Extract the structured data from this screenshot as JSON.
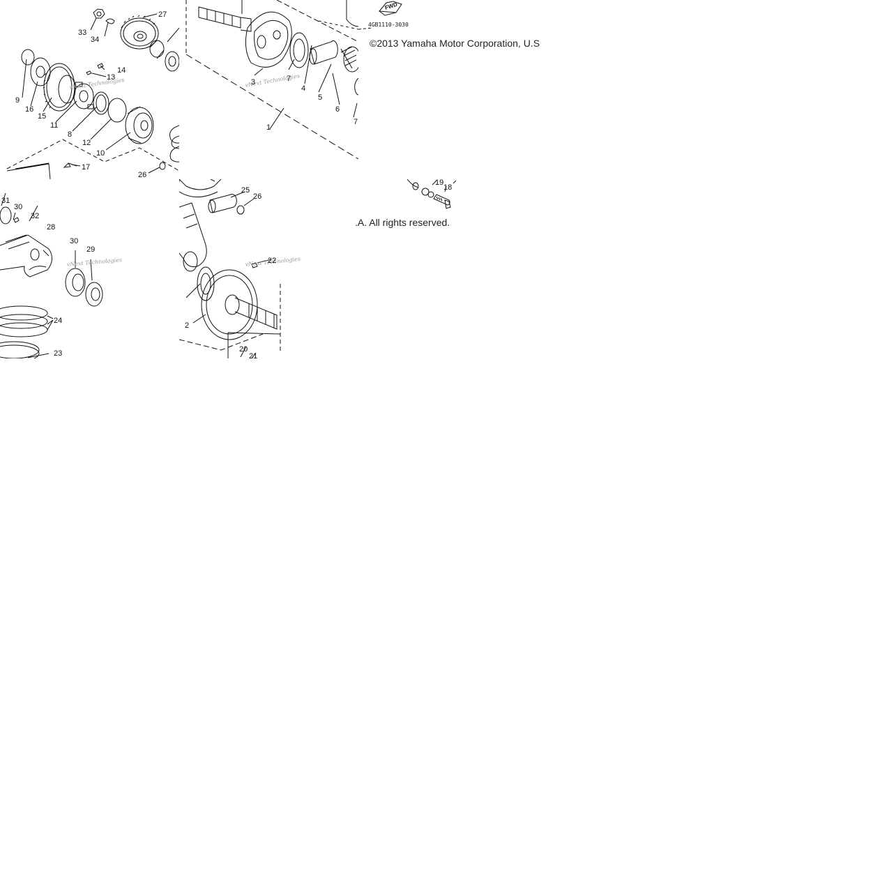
{
  "diagram": {
    "drawing_code": "4GB1110-3030",
    "fwd_label": "FWD",
    "copyright_left": "©2013 Yamaha Motor Corporation, U.S",
    "copyright_right": ".A. All rights reserved.",
    "watermark": "vNext Technologies"
  },
  "callouts": {
    "c33": "33",
    "c34": "34",
    "c27": "27",
    "c9": "9",
    "c16": "16",
    "c15": "15",
    "c14": "14",
    "c13": "13",
    "c11": "11",
    "c8": "8",
    "c12": "12",
    "c10": "10",
    "c17": "17",
    "c26a": "26",
    "c3": "3",
    "c7a": "7",
    "c4": "4",
    "c5": "5",
    "c6": "6",
    "c7b": "7",
    "c1": "1",
    "c31": "31",
    "c30a": "30",
    "c32": "32",
    "c28": "28",
    "c30b": "30",
    "c29": "29",
    "c24": "24",
    "c23": "23",
    "c25": "25",
    "c26b": "26",
    "c22": "22",
    "c2": "2",
    "c20": "20",
    "c21": "21",
    "c19": "19",
    "c18": "18"
  }
}
